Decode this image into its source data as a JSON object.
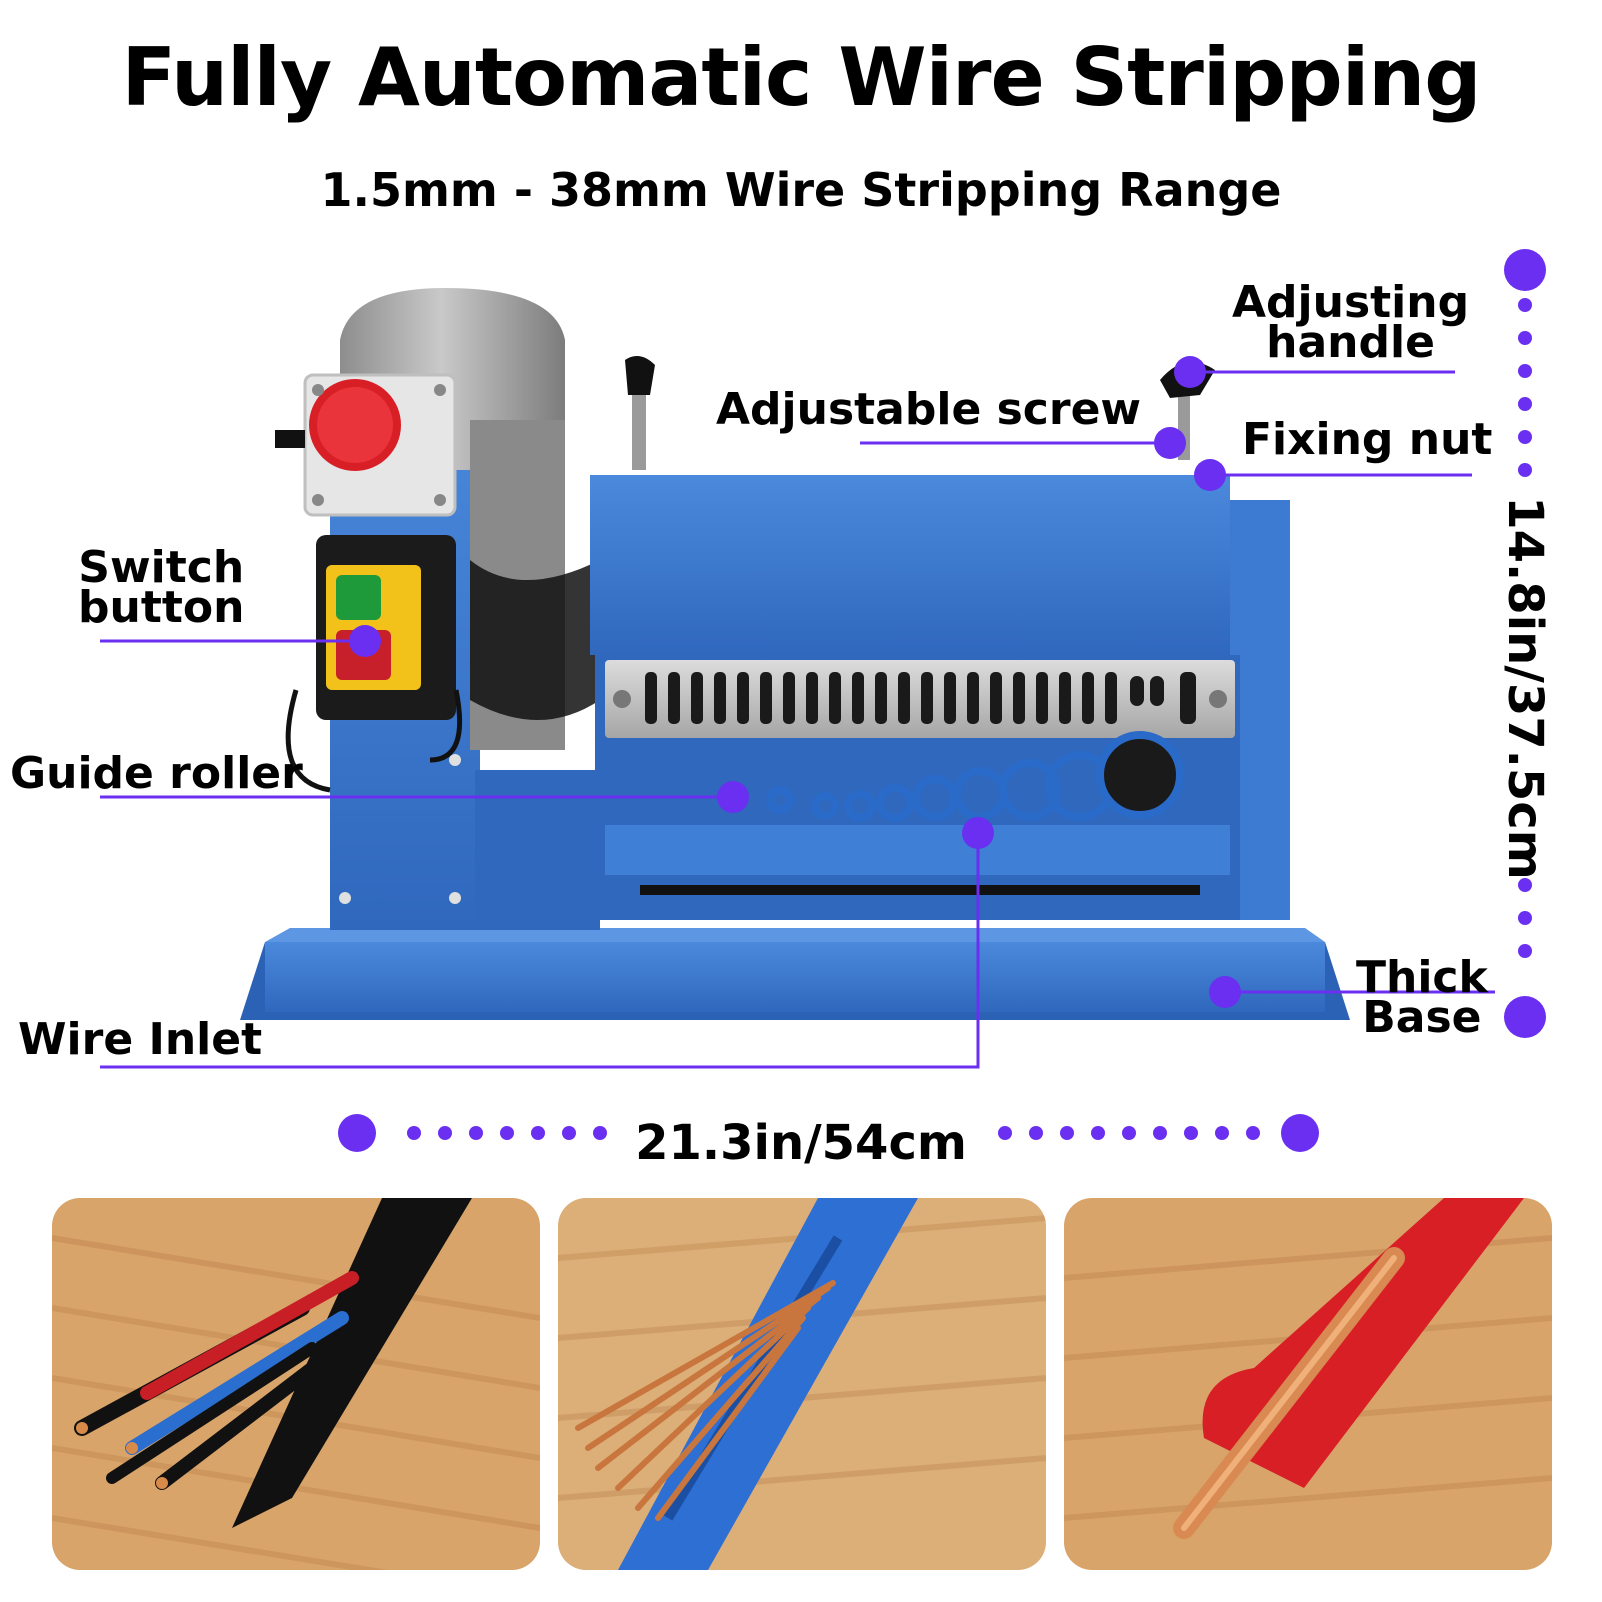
{
  "header": {
    "title": "Fully Automatic Wire Stripping",
    "subtitle": "1.5mm - 38mm Wire Stripping Range"
  },
  "labels": {
    "adjusting_handle": [
      "Adjusting",
      "handle"
    ],
    "adjustable_screw": "Adjustable screw",
    "fixing_nut": "Fixing nut",
    "switch_button": [
      "Switch",
      "button"
    ],
    "guide_roller": "Guide roller",
    "wire_inlet": "Wire Inlet",
    "thick_base": [
      "Thick",
      "Base"
    ]
  },
  "dimensions": {
    "width": "21.3in/54cm",
    "height": "14.8in/37.5cm"
  },
  "colors": {
    "accent": "#6a2ff0",
    "machine_blue": "#3a78d0",
    "stop_red": "#d81f26",
    "switch_yellow": "#f2c21b"
  },
  "photos": [
    {
      "name": "multi-core-cable"
    },
    {
      "name": "blue-cable-stripped"
    },
    {
      "name": "red-cable-stripped"
    }
  ]
}
